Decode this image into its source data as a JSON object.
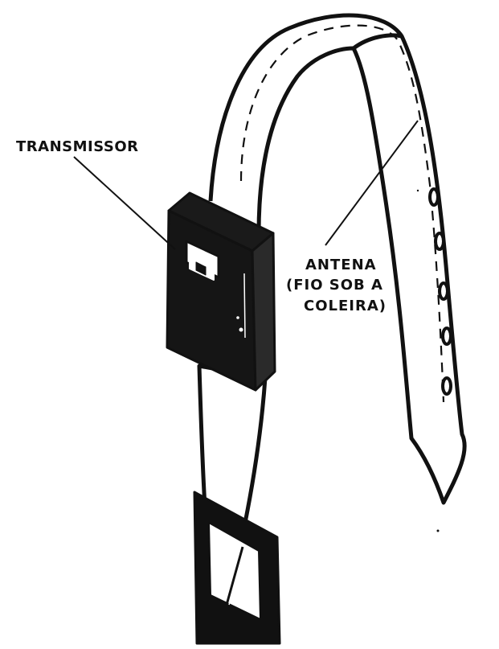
{
  "labels": {
    "transmitter": "TRANSMISSOR",
    "antenna_line1": "ANTENA",
    "antenna_line2": "(FIO SOB A",
    "antenna_line3": "COLEIRA)"
  },
  "colors": {
    "ink": "#111111",
    "paper": "#ffffff"
  }
}
